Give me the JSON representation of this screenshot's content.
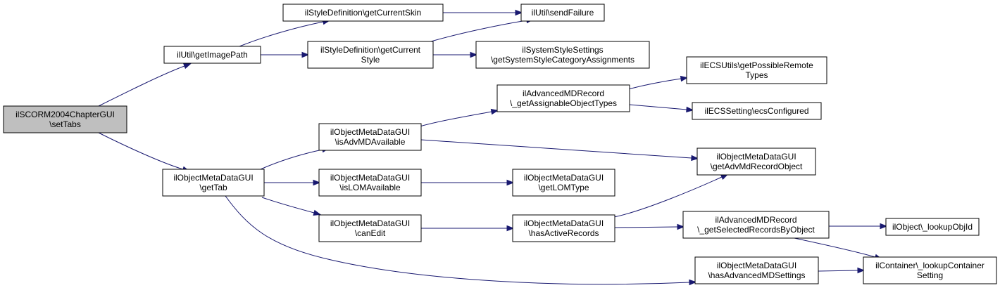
{
  "diagram": {
    "colors": {
      "edge": "#191970",
      "root_fill": "#bfbfbf",
      "node_fill": "#ffffff",
      "node_border": "#000000"
    },
    "nodes": [
      {
        "id": "setTabs",
        "lines": [
          "ilSCORM2004ChapterGUI",
          "\\setTabs"
        ],
        "root": true
      },
      {
        "id": "getImagePath",
        "lines": [
          "ilUtil\\getImagePath"
        ]
      },
      {
        "id": "getCurrentSkin",
        "lines": [
          "ilStyleDefinition\\getCurrentSkin"
        ]
      },
      {
        "id": "sendFailure",
        "lines": [
          "ilUtil\\sendFailure"
        ]
      },
      {
        "id": "getCurrentStyle",
        "lines": [
          "ilStyleDefinition\\getCurrent",
          "Style"
        ]
      },
      {
        "id": "getSystemStyleCategoryAssignments",
        "lines": [
          "ilSystemStyleSettings",
          "\\getSystemStyleCategoryAssignments"
        ]
      },
      {
        "id": "getTab",
        "lines": [
          "ilObjectMetaDataGUI",
          "\\getTab"
        ]
      },
      {
        "id": "isAdvMDAvailable",
        "lines": [
          "ilObjectMetaDataGUI",
          "\\isAdvMDAvailable"
        ]
      },
      {
        "id": "getAssignableObjectTypes",
        "lines": [
          "ilAdvancedMDRecord",
          "\\_getAssignableObjectTypes"
        ]
      },
      {
        "id": "getPossibleRemoteTypes",
        "lines": [
          "ilECSUtils\\getPossibleRemote",
          "Types"
        ]
      },
      {
        "id": "ecsConfigured",
        "lines": [
          "ilECSSetting\\ecsConfigured"
        ]
      },
      {
        "id": "getAdvMdRecordObject",
        "lines": [
          "ilObjectMetaDataGUI",
          "\\getAdvMdRecordObject"
        ]
      },
      {
        "id": "isLOMAvailable",
        "lines": [
          "ilObjectMetaDataGUI",
          "\\isLOMAvailable"
        ]
      },
      {
        "id": "getLOMType",
        "lines": [
          "ilObjectMetaDataGUI",
          "\\getLOMType"
        ]
      },
      {
        "id": "canEdit",
        "lines": [
          "ilObjectMetaDataGUI",
          "\\canEdit"
        ]
      },
      {
        "id": "hasActiveRecords",
        "lines": [
          "ilObjectMetaDataGUI",
          "\\hasActiveRecords"
        ]
      },
      {
        "id": "getSelectedRecordsByObject",
        "lines": [
          "ilAdvancedMDRecord",
          "\\_getSelectedRecordsByObject"
        ]
      },
      {
        "id": "lookupObjId",
        "lines": [
          "ilObject\\_lookupObjId"
        ]
      },
      {
        "id": "lookupContainerSetting",
        "lines": [
          "ilContainer\\_lookupContainer",
          "Setting"
        ]
      },
      {
        "id": "hasAdvancedMDSettings",
        "lines": [
          "ilObjectMetaDataGUI",
          "\\hasAdvancedMDSettings"
        ]
      }
    ],
    "edges": [
      {
        "from": "setTabs",
        "to": "getImagePath"
      },
      {
        "from": "setTabs",
        "to": "getTab"
      },
      {
        "from": "getImagePath",
        "to": "getCurrentSkin"
      },
      {
        "from": "getImagePath",
        "to": "getCurrentStyle"
      },
      {
        "from": "getCurrentSkin",
        "to": "sendFailure"
      },
      {
        "from": "getCurrentStyle",
        "to": "sendFailure"
      },
      {
        "from": "getCurrentStyle",
        "to": "getSystemStyleCategoryAssignments"
      },
      {
        "from": "getTab",
        "to": "isAdvMDAvailable"
      },
      {
        "from": "getTab",
        "to": "isLOMAvailable"
      },
      {
        "from": "getTab",
        "to": "canEdit"
      },
      {
        "from": "getTab",
        "to": "hasAdvancedMDSettings"
      },
      {
        "from": "isAdvMDAvailable",
        "to": "getAssignableObjectTypes"
      },
      {
        "from": "isAdvMDAvailable",
        "to": "getAdvMdRecordObject"
      },
      {
        "from": "getAssignableObjectTypes",
        "to": "getPossibleRemoteTypes"
      },
      {
        "from": "getAssignableObjectTypes",
        "to": "ecsConfigured"
      },
      {
        "from": "isLOMAvailable",
        "to": "getLOMType"
      },
      {
        "from": "canEdit",
        "to": "hasActiveRecords"
      },
      {
        "from": "hasActiveRecords",
        "to": "getAdvMdRecordObject"
      },
      {
        "from": "hasActiveRecords",
        "to": "getSelectedRecordsByObject"
      },
      {
        "from": "getSelectedRecordsByObject",
        "to": "lookupObjId"
      },
      {
        "from": "getSelectedRecordsByObject",
        "to": "lookupContainerSetting"
      },
      {
        "from": "hasAdvancedMDSettings",
        "to": "lookupContainerSetting"
      }
    ]
  }
}
